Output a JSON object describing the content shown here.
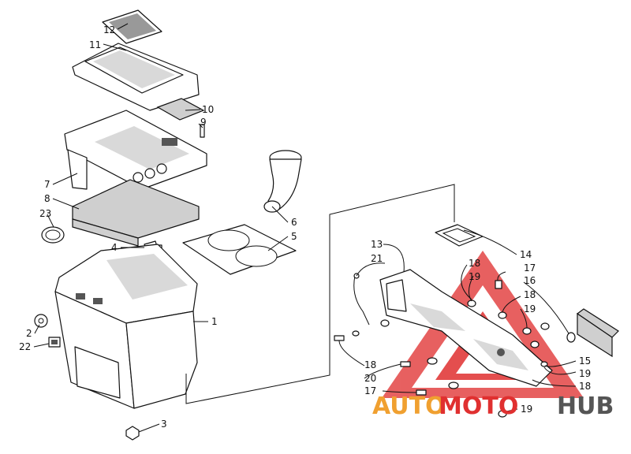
{
  "diagram": {
    "callouts": {
      "c1": "1",
      "c2": "2",
      "c3": "3",
      "c4": "4",
      "c5": "5",
      "c6": "6",
      "c7": "7",
      "c8": "8",
      "c9": "9",
      "c10": "10",
      "c11": "11",
      "c12": "12",
      "c13": "13",
      "c14": "14",
      "c15": "15",
      "c16": "16",
      "c17a": "17",
      "c17b": "17",
      "c18a": "18",
      "c18b": "18",
      "c18c": "18",
      "c18d": "18",
      "c19a": "19",
      "c19b": "19",
      "c19c": "19",
      "c19d": "19",
      "c20": "20",
      "c21": "21",
      "c22": "22",
      "c23": "23"
    }
  },
  "watermark": {
    "part_a": "AUTO",
    "part_b": "MOTO",
    "part_c": "HUB",
    "colors": {
      "orange": "#f0a030",
      "red": "#e03030",
      "dark": "#555555"
    }
  }
}
